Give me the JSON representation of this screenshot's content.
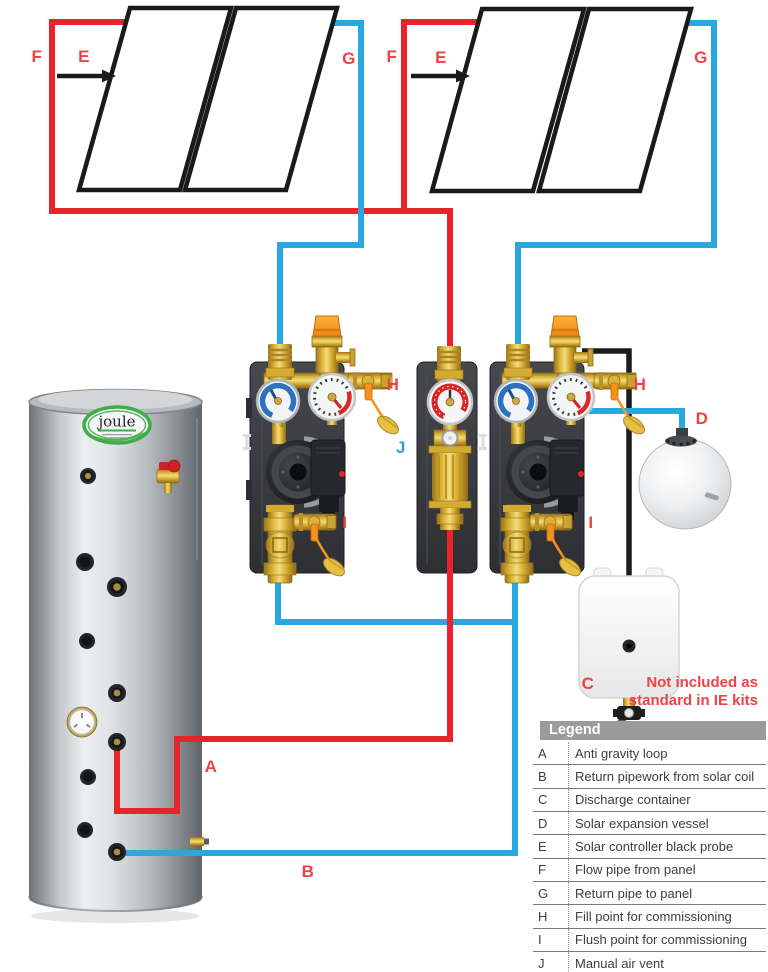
{
  "colors": {
    "pipe_red": "#e8232b",
    "pipe_blue": "#29a8e0",
    "pipe_black": "#1c1c1c",
    "panel_outline": "#1a1a1a",
    "label_red": "#ef4247",
    "label_blue": "#2f9fd8",
    "brass": "#d9b237",
    "orange_cap": "#f5921e",
    "logo_green": "#3fae49",
    "legend_header_bg": "#9b9b9b"
  },
  "labels": {
    "f_left": "F",
    "e_left": "E",
    "g_left": "G",
    "f_right": "F",
    "e_right": "E",
    "g_right": "G",
    "h_left": "H",
    "i_left": "I",
    "h_right": "H",
    "i_right": "I",
    "j": "J",
    "d": "D",
    "c": "C",
    "a": "A",
    "b": "B"
  },
  "cylinder": {
    "brand": "joule"
  },
  "note": {
    "line1": "Not included as",
    "line2": "standard in IE kits"
  },
  "legend": {
    "title": "Legend",
    "rows": [
      {
        "key": "A",
        "label": "Anti gravity loop"
      },
      {
        "key": "B",
        "label": "Return pipework from solar coil"
      },
      {
        "key": "C",
        "label": "Discharge container"
      },
      {
        "key": "D",
        "label": "Solar expansion vessel"
      },
      {
        "key": "E",
        "label": "Solar controller black probe"
      },
      {
        "key": "F",
        "label": "Flow pipe from panel"
      },
      {
        "key": "G",
        "label": "Return pipe to panel"
      },
      {
        "key": "H",
        "label": "Fill point for commissioning"
      },
      {
        "key": "I",
        "label": "Flush point for commissioning"
      },
      {
        "key": "J",
        "label": "Manual air vent"
      }
    ]
  }
}
